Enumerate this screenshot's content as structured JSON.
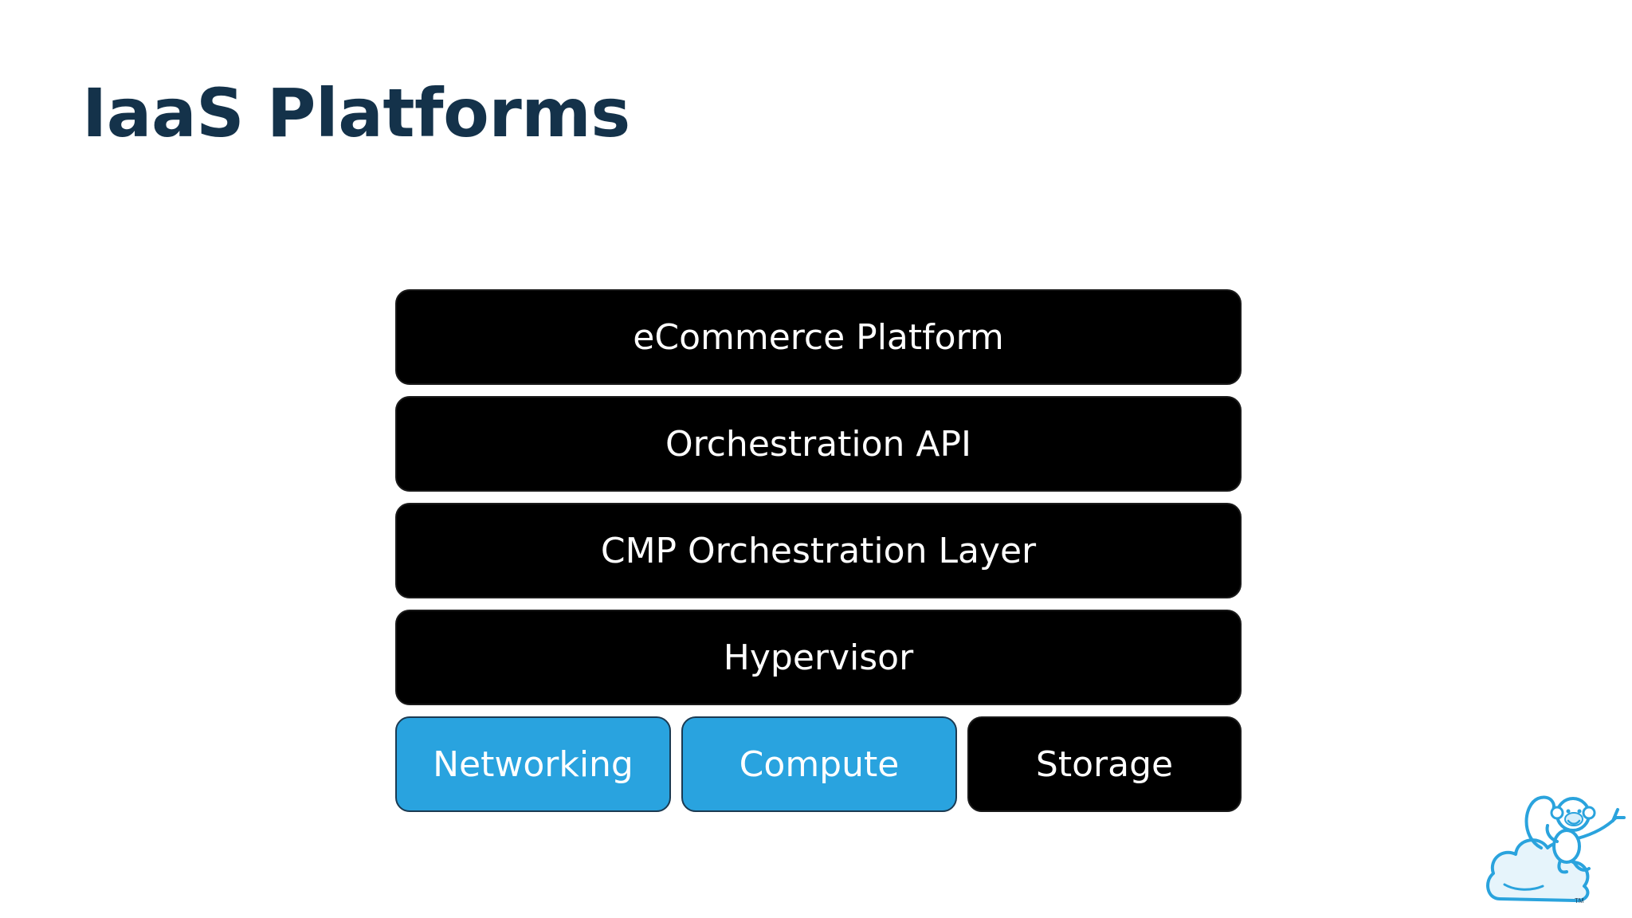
{
  "slide": {
    "title": "IaaS Platforms"
  },
  "diagram": {
    "layers": [
      {
        "label": "eCommerce Platform",
        "style": "dark"
      },
      {
        "label": "Orchestration API",
        "style": "dark"
      },
      {
        "label": "CMP Orchestration Layer",
        "style": "dark"
      },
      {
        "label": "Hypervisor",
        "style": "dark"
      }
    ],
    "base": [
      {
        "label": "Networking",
        "style": "blue"
      },
      {
        "label": "Compute",
        "style": "blue"
      },
      {
        "label": "Storage",
        "style": "dark"
      }
    ]
  },
  "colors": {
    "title": "#14324a",
    "dark_layer": "#000000",
    "blue_layer": "#29a3df",
    "logo_outline": "#2aa3dd"
  },
  "logo": {
    "icon": "cloud-monkey-logo-icon",
    "trademark": "TM"
  }
}
